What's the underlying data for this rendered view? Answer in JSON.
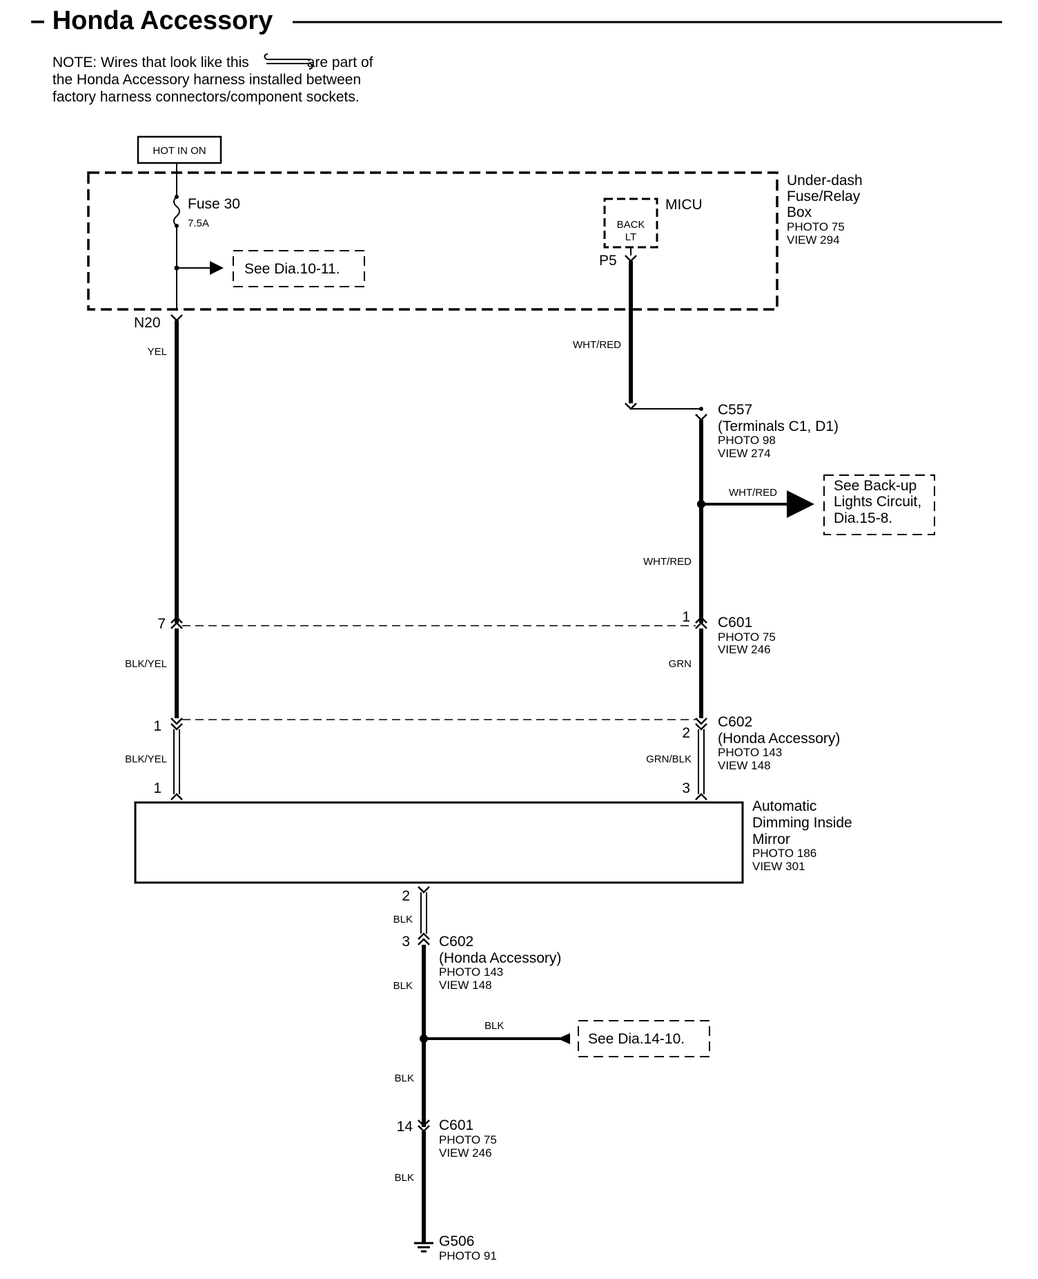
{
  "title": "– Honda Accessory",
  "note": {
    "line1_a": "NOTE: Wires that look like this",
    "line1_b": "are part of",
    "line2": "the Honda Accessory harness installed between",
    "line3": "factory harness connectors/component sockets."
  },
  "hot_label": "HOT IN ON",
  "fusebox": {
    "name_lines": [
      "Under-dash",
      "Fuse/Relay",
      "Box"
    ],
    "photo": "PHOTO 75",
    "view": "VIEW 294",
    "fuse_name": "Fuse 30",
    "fuse_rating": "7.5A",
    "see_ref": "See Dia.10-11.",
    "micu": "MICU",
    "back_lt": [
      "BACK",
      "LT"
    ],
    "p5": "P5",
    "n20": "N20"
  },
  "wires": {
    "yel": "YEL",
    "wht_red_1": "WHT/RED",
    "wht_red_2": "WHT/RED",
    "wht_red_3": "WHT/RED",
    "blk_yel_1": "BLK/YEL",
    "blk_yel_2": "BLK/YEL",
    "grn": "GRN",
    "grn_blk": "GRN/BLK",
    "blk_1": "BLK",
    "blk_2": "BLK",
    "blk_3": "BLK",
    "blk_4": "BLK",
    "blk_5": "BLK"
  },
  "c557": {
    "name": "C557",
    "sub": "(Terminals C1, D1)",
    "photo": "PHOTO 98",
    "view": "VIEW 274"
  },
  "backup_ref": [
    "See Back-up",
    "Lights Circuit,",
    "Dia.15-8."
  ],
  "c601_top": {
    "name": "C601",
    "photo": "PHOTO 75",
    "view": "VIEW 246",
    "pin_left": "7",
    "pin_right": "1"
  },
  "c602_top": {
    "name": "C602",
    "sub": "(Honda Accessory)",
    "photo": "PHOTO 143",
    "view": "VIEW 148",
    "pin_left": "1",
    "pin_right": "2"
  },
  "mirror": {
    "name_lines": [
      "Automatic",
      "Dimming Inside",
      "Mirror"
    ],
    "photo": "PHOTO 186",
    "view": "VIEW 301",
    "pin_left": "1",
    "pin_right": "3",
    "pin_bottom": "2"
  },
  "c602_bottom": {
    "name": "C602",
    "sub": "(Honda Accessory)",
    "photo": "PHOTO 143",
    "view": "VIEW 148",
    "pin": "3"
  },
  "see_14_10": "See Dia.14-10.",
  "c601_bottom": {
    "name": "C601",
    "photo": "PHOTO 75",
    "view": "VIEW 246",
    "pin": "14"
  },
  "ground": {
    "name": "G506",
    "photo": "PHOTO 91"
  }
}
